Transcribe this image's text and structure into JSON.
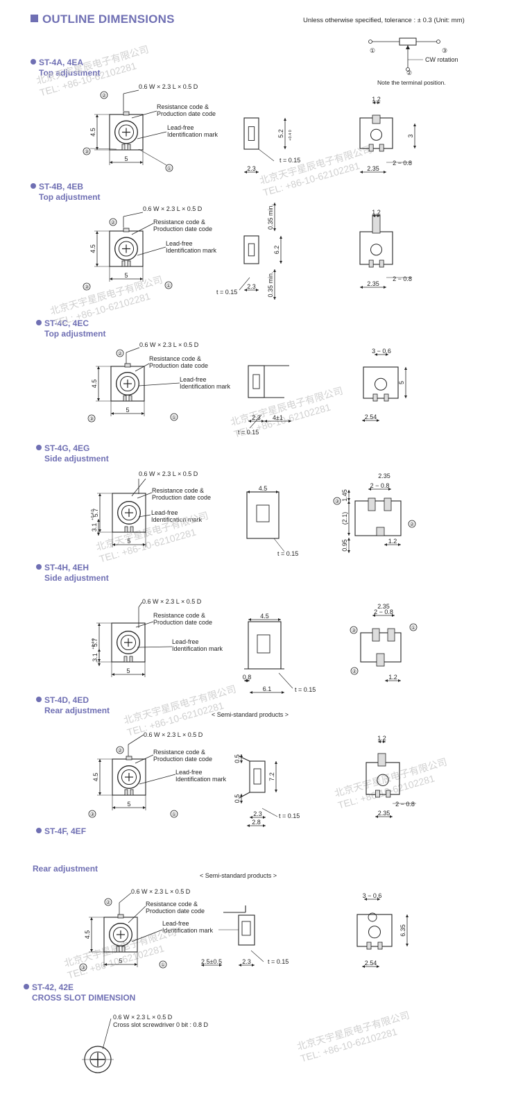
{
  "page": {
    "title": "OUTLINE DIMENSIONS",
    "tolerance_note": "Unless otherwise specified, tolerance : ± 0.3 (Unit: mm)",
    "terminal_note": "Note the terminal position.",
    "cw_rotation": "CW rotation",
    "terminal_marks": [
      "①",
      "②",
      "③"
    ]
  },
  "watermark": {
    "company": "北京天宇星辰电子有限公司",
    "phone": "TEL: +86-10-62102281"
  },
  "labels": {
    "shaft": "0.6 W × 2.3 L × 0.5 D",
    "resistance": "Resistance code &",
    "production": "Production date code",
    "leadfree": "Lead-free",
    "ident": "Identification mark",
    "semi": "< Semi-standard products >",
    "cross_slot_bit": "Cross slot screwdriver 0 bit : 0.8 D"
  },
  "sections": [
    {
      "id": "4a",
      "name": "ST-4A, 4EA",
      "sub": "Top adjustment",
      "dims": {
        "w": "5",
        "h": "4.5",
        "side_w": "2.3",
        "side_h": "5.2",
        "side_h_tol": "+0.4 0",
        "t": "t = 0.15",
        "top": "1.2",
        "rh": "3",
        "pitch": "2.35",
        "pins": "2 − 0.8"
      }
    },
    {
      "id": "4b",
      "name": "ST-4B, 4EB",
      "sub": "Top adjustment",
      "dims": {
        "w": "5",
        "h": "4.5",
        "side_w": "2.3",
        "side_h": "6.2",
        "min": "0.35 min.",
        "t": "t = 0.15",
        "top": "1.2",
        "pitch": "2.35",
        "pins": "2 − 0.8"
      }
    },
    {
      "id": "4c",
      "name": "ST-4C, 4EC",
      "sub": "Top adjustment",
      "dims": {
        "w": "5",
        "h": "4.5",
        "side_w": "2.3",
        "lead": "4±1",
        "t": "t = 0.15",
        "top": "3 − 0.6",
        "rh": "5",
        "pitch": "2.54"
      }
    },
    {
      "id": "4g",
      "name": "ST-4G, 4EG",
      "sub": "Side adjustment",
      "dims": {
        "w": "5",
        "h": "5.7",
        "h_tol": "+0.4 0",
        "h2": "3.1",
        "side_w": "4.5",
        "t": "t = 0.15",
        "pins": "2 − 0.8",
        "pitch": "2.35",
        "a": "1.45",
        "b": "(2.1)",
        "c": "0.95",
        "d": "1.2"
      }
    },
    {
      "id": "4h",
      "name": "ST-4H, 4EH",
      "sub": "Side adjustment",
      "dims": {
        "w": "5",
        "h": "5.7",
        "h_tol": "+0.4 0",
        "h2": "3.1",
        "side_w": "4.5",
        "e": "0.8",
        "f": "6.1",
        "t": "t = 0.15",
        "pins": "2 − 0.8",
        "pitch": "2.35",
        "d": "1.2"
      }
    },
    {
      "id": "4d",
      "name": "ST-4D, 4ED",
      "sub": "Rear adjustment",
      "dims": {
        "w": "5",
        "h": "4.5",
        "g": "0.5",
        "side_h": "7.2",
        "side_w": "2.3",
        "side_w2": "2.8",
        "t": "t = 0.15",
        "top": "1.2",
        "pitch": "2.35",
        "pins": "2 − 0.8"
      }
    },
    {
      "id": "4f",
      "name": "ST-4F, 4EF",
      "sub": "Rear adjustment",
      "dims": {
        "w": "5",
        "h": "4.5",
        "lead": "2.5±0.5",
        "side_w": "2.3",
        "t": "t = 0.15",
        "top": "3 − 0.6",
        "rh": "6.35",
        "pitch": "2.54"
      }
    },
    {
      "id": "42",
      "name": "ST-42, 42E",
      "sub": "CROSS SLOT DIMENSION",
      "dims": {}
    }
  ]
}
